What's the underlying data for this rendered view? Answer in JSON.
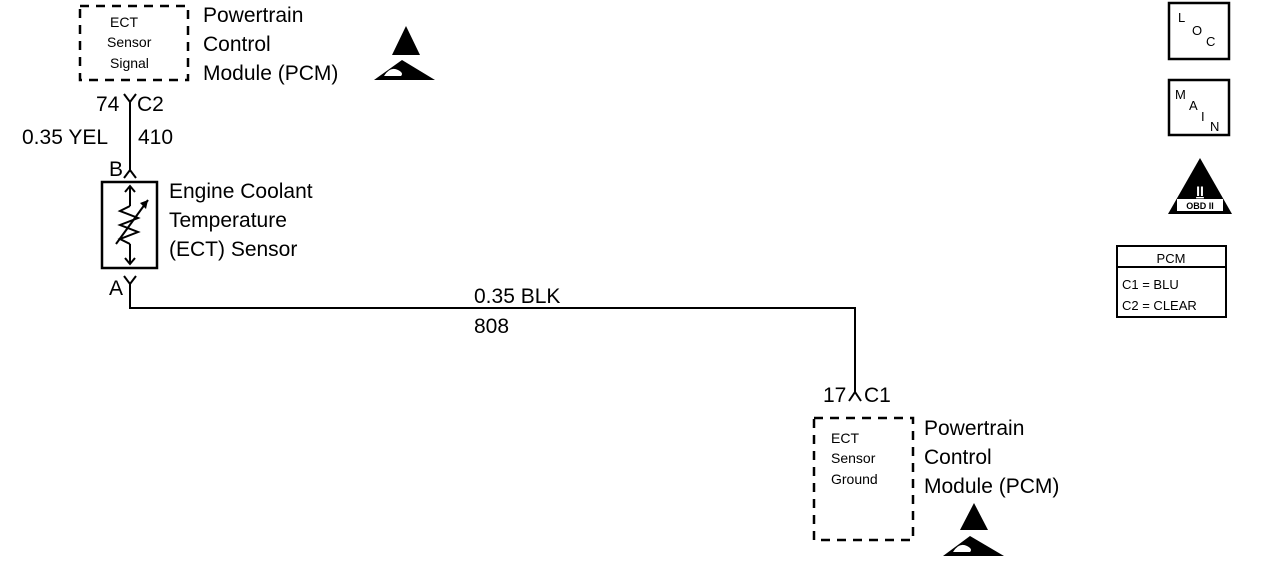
{
  "pcm_top": {
    "box_lines": [
      "ECT",
      "Sensor",
      "Signal"
    ],
    "label_lines": [
      "Powertrain",
      "Control",
      "Module (PCM)"
    ],
    "pin": "74",
    "connector": "C2"
  },
  "wire_top": {
    "size_color": "0.35 YEL",
    "circuit": "410"
  },
  "sensor": {
    "terminal_top": "B",
    "terminal_bottom": "A",
    "label_lines": [
      "Engine Coolant",
      "Temperature",
      "(ECT) Sensor"
    ]
  },
  "wire_bottom": {
    "size_color": "0.35 BLK",
    "circuit": "808"
  },
  "pcm_bottom": {
    "pin": "17",
    "connector": "C1",
    "box_lines": [
      "ECT",
      "Sensor",
      "Ground"
    ],
    "label_lines": [
      "Powertrain",
      "Control",
      "Module (PCM)"
    ]
  },
  "legend": {
    "loc_icon": {
      "letters": [
        "L",
        "O",
        "C"
      ]
    },
    "main_icon": {
      "letters": [
        "M",
        "A",
        "I",
        "N"
      ]
    },
    "obd_icon": {
      "numeral": "II",
      "text": "OBD II"
    },
    "pcm_table": {
      "title": "PCM",
      "rows": [
        "C1 = BLU",
        "C2 = CLEAR"
      ]
    }
  }
}
